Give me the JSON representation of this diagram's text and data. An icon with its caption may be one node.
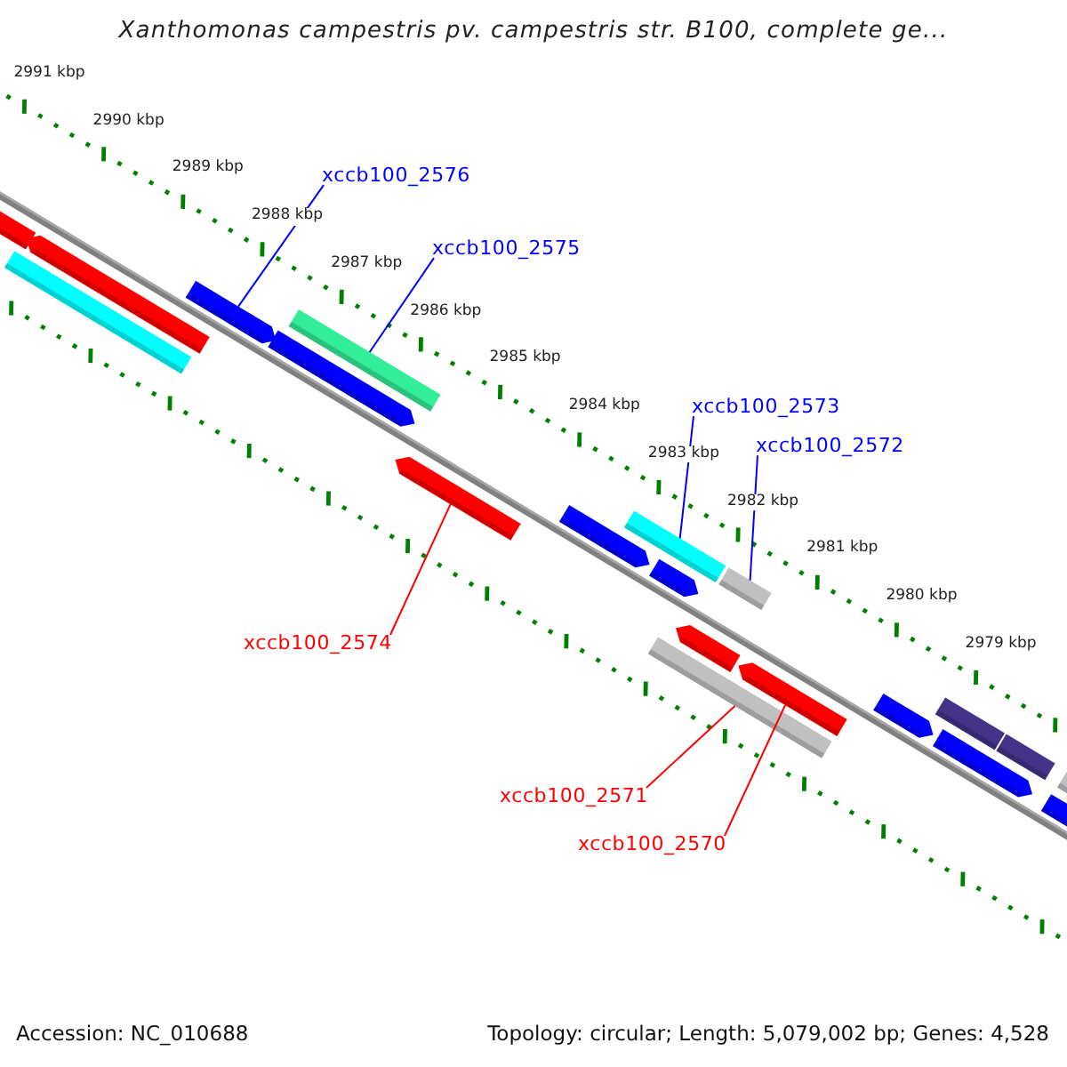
{
  "diagram": {
    "title": "Xanthomonas campestris pv. campestris str. B100, complete ge...",
    "nodes": [
      {
        "text": [
          "xccb100_2576"
        ]
      },
      {
        "text": [
          "xccb100_2575"
        ]
      },
      {
        "text": [
          "xccb100_2573"
        ]
      },
      {
        "text": [
          "xccb100_2572"
        ]
      },
      {
        "text": [
          "xccb100_2574"
        ]
      },
      {
        "text": [
          "xccb100_2571"
        ]
      },
      {
        "text": [
          "xccb100_2570"
        ]
      },
      {
        "text": [],
        "shape": "bar"
      },
      {
        "text": [],
        "shape": "bar"
      },
      {
        "text": [],
        "shape": "bar"
      },
      {
        "text": [],
        "shape": "bar"
      },
      {
        "text": [],
        "shape": "bar"
      },
      {
        "text": [],
        "shape": "bar"
      },
      {
        "text": [],
        "shape": "bar"
      },
      {
        "text": [],
        "shape": "bar"
      },
      {
        "text": [],
        "shape": "bar"
      },
      {
        "text": [],
        "shape": "bar"
      },
      {
        "text": [],
        "shape": "bar"
      },
      {
        "text": [],
        "shape": "bar"
      },
      {
        "text": [],
        "shape": "bar"
      },
      {
        "text": [],
        "shape": "bar"
      },
      {
        "text": [],
        "shape": "bar"
      },
      {
        "text": [],
        "shape": "bar"
      },
      {
        "text": [],
        "shape": "bar"
      },
      {
        "text": [],
        "shape": "bar"
      },
      {
        "text": [],
        "shape": "bar"
      },
      {
        "text": [],
        "shape": "bar"
      }
    ],
    "edges": [
      {
        "from": 0,
        "to": 10,
        "arrow": "none"
      },
      {
        "from": 1,
        "to": 12,
        "arrow": "none"
      },
      {
        "from": 2,
        "to": 15,
        "arrow": "none"
      },
      {
        "from": 3,
        "to": 19,
        "arrow": "none"
      },
      {
        "from": 4,
        "to": 13,
        "arrow": "none",
        "color": "#ff0000"
      },
      {
        "from": 5,
        "to": 16,
        "arrow": "none",
        "color": "#ff0000"
      },
      {
        "from": 6,
        "to": 20,
        "arrow": "none",
        "color": "#ff0000"
      }
    ],
    "labels": [
      "2991 kbp",
      "2990 kbp",
      "2989 kbp",
      "2988 kbp",
      "2987 kbp",
      "2986 kbp",
      "2985 kbp",
      "2984 kbp",
      "2983 kbp",
      "2982 kbp",
      "2981 kbp",
      "2980 kbp",
      "2979 kbp",
      "Accession: NC_010688",
      "Topology: circular; Length: 5,079,002 bp; Genes: 4,528"
    ]
  }
}
